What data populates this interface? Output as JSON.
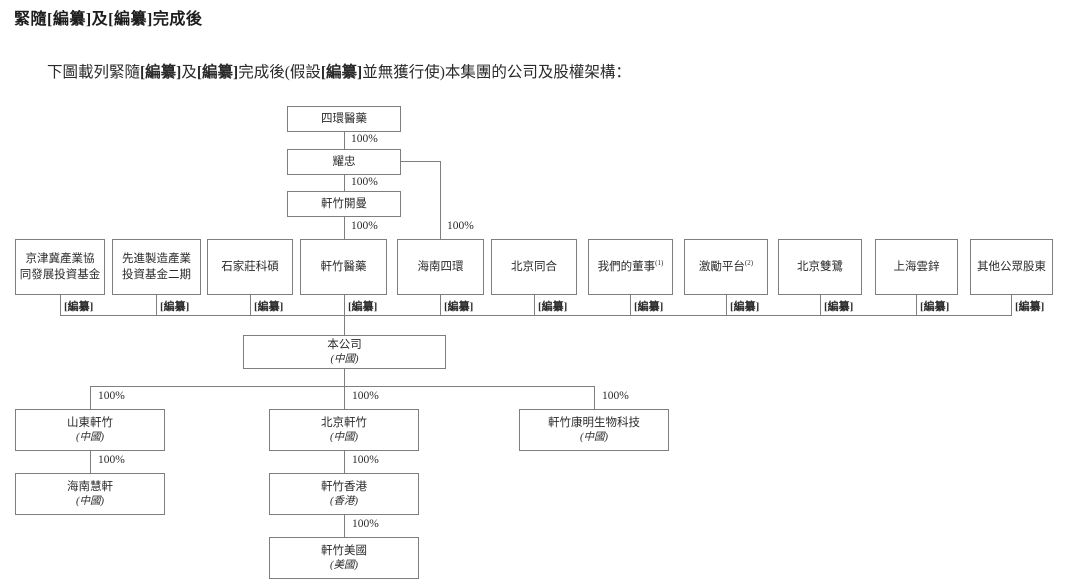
{
  "header": {
    "title": "緊隨[編纂]及[編纂]完成後",
    "intro_parts": {
      "p0": "下圖載列緊隨",
      "r0": "[編纂]",
      "p1": "及",
      "r1": "[編纂]",
      "p2": "完成後(假設",
      "r2": "[編纂]",
      "p3": "並無獲行使)本集團的公司及股權架構："
    }
  },
  "chart": {
    "type": "org-structure-diagram",
    "percent": "100%",
    "top_chain": {
      "sihuan": "四環醫藥",
      "yaozhong": "耀忠",
      "xuanzhu_cayman": "軒竹開曼"
    },
    "shareholders": [
      {
        "line1": "京津冀產業協",
        "line2": "同發展投資基金",
        "stake": "[編纂]"
      },
      {
        "line1": "先進製造產業",
        "line2": "投資基金二期",
        "stake": "[編纂]"
      },
      {
        "line1": "石家莊科碩",
        "stake": "[編纂]"
      },
      {
        "line1": "軒竹醫藥",
        "stake": "[編纂]"
      },
      {
        "line1": "海南四環",
        "stake": "[編纂]"
      },
      {
        "line1": "北京同合",
        "stake": "[編纂]"
      },
      {
        "line1": "我們的董事",
        "sup": "(1)",
        "stake": "[編纂]"
      },
      {
        "line1": "激勵平台",
        "sup": "(2)",
        "stake": "[編纂]"
      },
      {
        "line1": "北京雙鷺",
        "stake": "[編纂]"
      },
      {
        "line1": "上海雲鋅",
        "stake": "[編纂]"
      },
      {
        "line1": "其他公眾股東",
        "stake": "[編纂]"
      }
    ],
    "company": {
      "name": "本公司",
      "jurisdiction": "(中國)"
    },
    "subsidiaries": {
      "shandong": {
        "name": "山東軒竹",
        "jurisdiction": "(中國)"
      },
      "beijing": {
        "name": "北京軒竹",
        "jurisdiction": "(中國)"
      },
      "kangming": {
        "name": "軒竹康明生物科技",
        "jurisdiction": "(中國)"
      },
      "hainan_huixuan": {
        "name": "海南慧軒",
        "jurisdiction": "(中國)"
      },
      "hongkong": {
        "name": "軒竹香港",
        "jurisdiction": "(香港)"
      },
      "usa": {
        "name": "軒竹美國",
        "jurisdiction": "(美國)"
      }
    }
  }
}
